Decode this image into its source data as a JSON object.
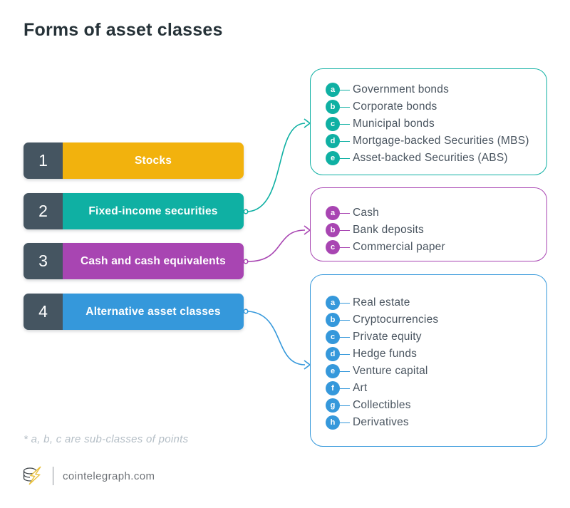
{
  "title": "Forms of asset classes",
  "colors": {
    "yellow": "#F2B20D",
    "teal": "#0FB0A3",
    "purple": "#A845B2",
    "blue": "#3598DB",
    "number_box": "#455561",
    "title_text": "#263238",
    "item_text": "#4A5560",
    "footnote_text": "#B4BEC6"
  },
  "rows": [
    {
      "number": "1",
      "label": "Stocks"
    },
    {
      "number": "2",
      "label": "Fixed-income securities"
    },
    {
      "number": "3",
      "label": "Cash and cash equivalents"
    },
    {
      "number": "4",
      "label": "Alternative asset classes"
    }
  ],
  "boxes": [
    {
      "linked_row": "Fixed-income securities",
      "items": [
        {
          "key": "a",
          "label": "Government bonds"
        },
        {
          "key": "b",
          "label": "Corporate bonds"
        },
        {
          "key": "c",
          "label": "Municipal bonds"
        },
        {
          "key": "d",
          "label": "Mortgage-backed Securities (MBS)"
        },
        {
          "key": "e",
          "label": "Asset-backed Securities (ABS)"
        }
      ]
    },
    {
      "linked_row": "Cash and cash equivalents",
      "items": [
        {
          "key": "a",
          "label": "Cash"
        },
        {
          "key": "b",
          "label": "Bank deposits"
        },
        {
          "key": "c",
          "label": "Commercial paper"
        }
      ]
    },
    {
      "linked_row": "Alternative asset classes",
      "items": [
        {
          "key": "a",
          "label": "Real estate"
        },
        {
          "key": "b",
          "label": "Cryptocurrencies"
        },
        {
          "key": "c",
          "label": "Private equity"
        },
        {
          "key": "d",
          "label": "Hedge funds"
        },
        {
          "key": "e",
          "label": "Venture capital"
        },
        {
          "key": "f",
          "label": "Art"
        },
        {
          "key": "g",
          "label": "Collectibles"
        },
        {
          "key": "h",
          "label": "Derivatives"
        }
      ]
    }
  ],
  "footnote": "* a, b, c are sub-classes of points",
  "footer": {
    "site": "cointelegraph.com"
  }
}
